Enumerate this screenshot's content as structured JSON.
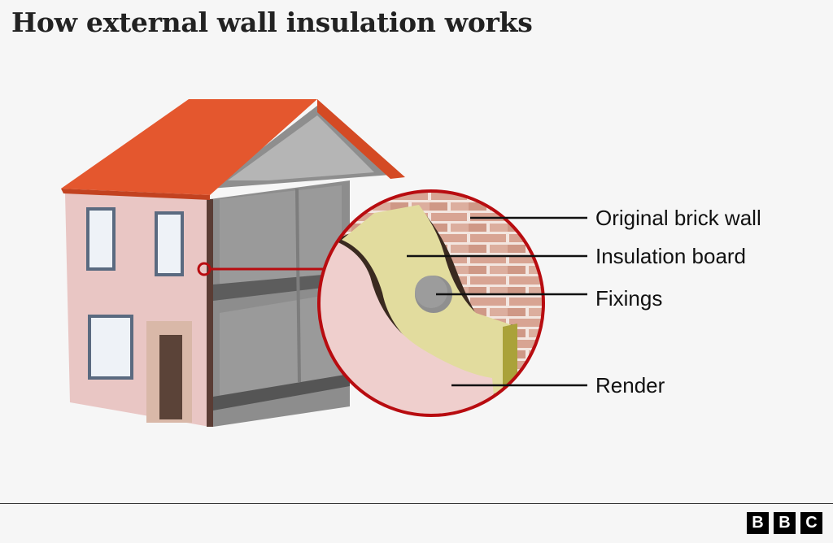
{
  "title": "How external wall insulation works",
  "labels": {
    "brick": "Original brick wall",
    "insulation": "Insulation board",
    "fixings": "Fixings",
    "render": "Render"
  },
  "logo": [
    "B",
    "B",
    "C"
  ],
  "colors": {
    "accent": "#b80c10",
    "roof": "#e4572e",
    "render": "#efcfcd",
    "insulation": "#e2dc9e",
    "brick": "#d49a88"
  }
}
